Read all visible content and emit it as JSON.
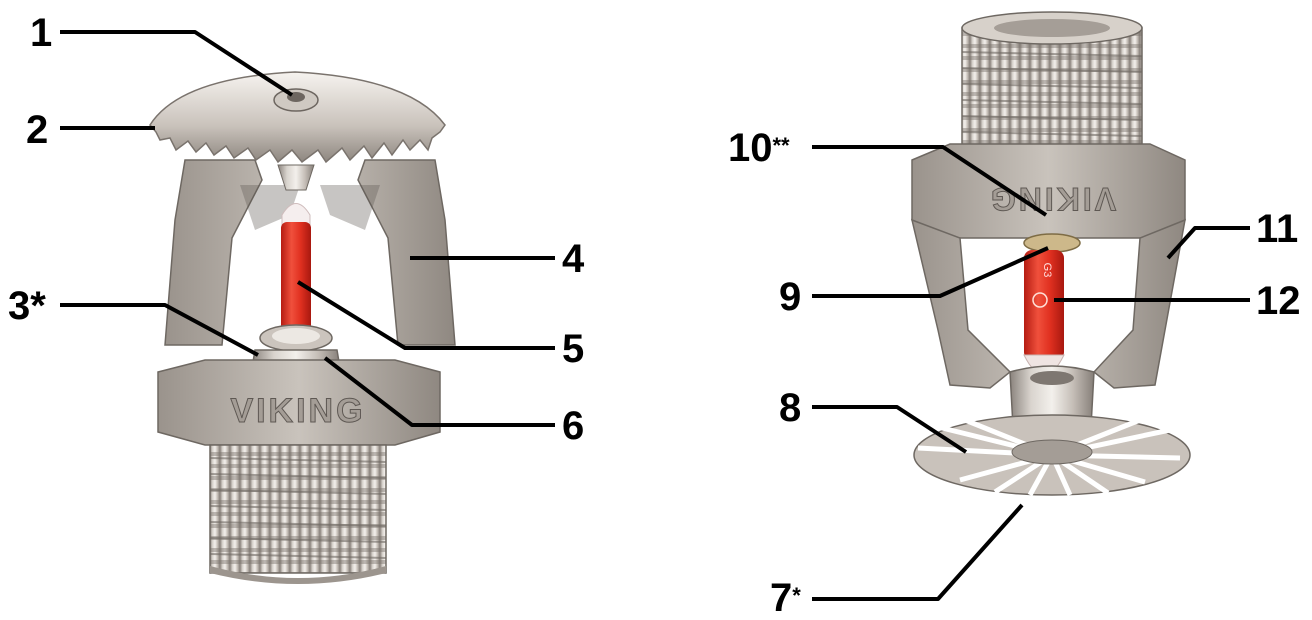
{
  "callouts": {
    "c1": "1",
    "c2": "2",
    "c3": "3*",
    "c4": "4",
    "c5": "5",
    "c6": "6",
    "c7": "7",
    "c7_mark": "*",
    "c8": "8",
    "c9": "9",
    "c10": "10",
    "c10_mark": "**",
    "c11": "11",
    "c12": "12"
  },
  "engravings": {
    "upright_frame_text": "VIKING",
    "pendent_frame_text": "VIKING",
    "bulb_text": "G3"
  },
  "colors": {
    "metal_light": "#e9e5e0",
    "metal_mid": "#b8b1aa",
    "metal_dark": "#7d7670",
    "bulb_red": "#e03020",
    "bulb_dark": "#b51c12",
    "leader": "#000000"
  }
}
